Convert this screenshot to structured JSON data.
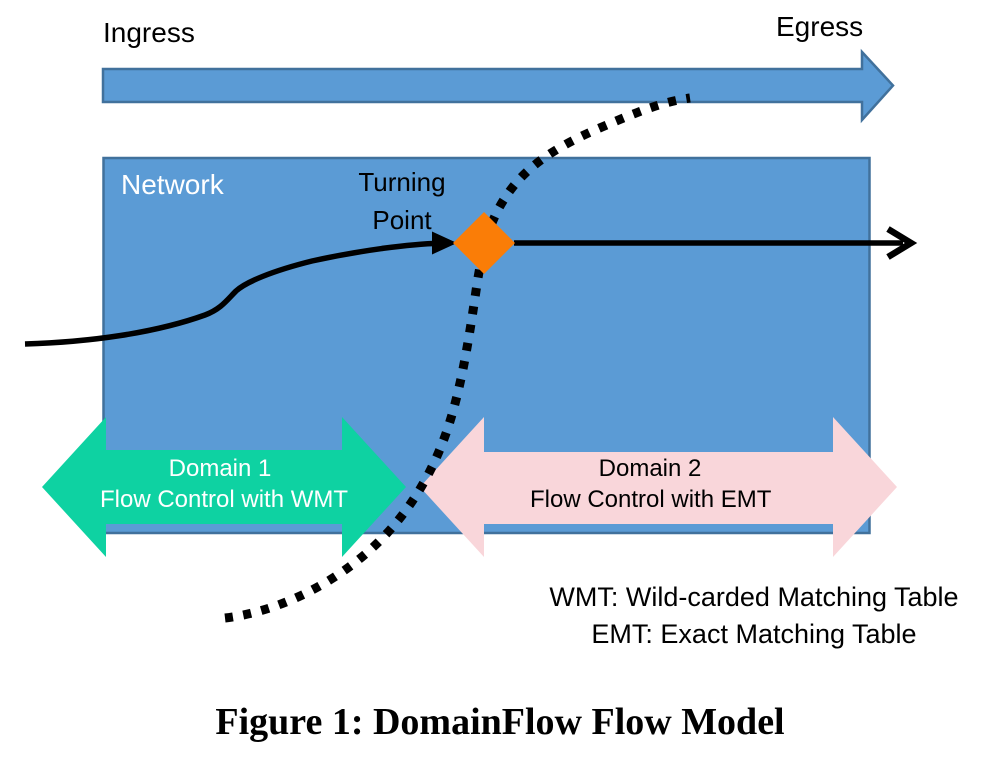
{
  "figure": {
    "ingress_label": "Ingress",
    "egress_label": "Egress",
    "network_label": "Network",
    "turning_point": {
      "line1": "Turning",
      "line2": "Point"
    },
    "domain1": {
      "line1": "Domain 1",
      "line2": "Flow Control with WMT"
    },
    "domain2": {
      "line1": "Domain 2",
      "line2": "Flow Control with EMT"
    },
    "legend": {
      "line1": "WMT: Wild-carded Matching Table",
      "line2": "EMT: Exact Matching Table"
    },
    "caption": "Figure 1: DomainFlow Flow Model",
    "colors": {
      "blue_fill": "#5B9BD5",
      "blue_border": "#41719C",
      "teal_fill": "#0ED2A2",
      "pink_fill": "#F9D6DA",
      "orange_fill": "#FA7D07",
      "line_black": "#000000"
    }
  }
}
